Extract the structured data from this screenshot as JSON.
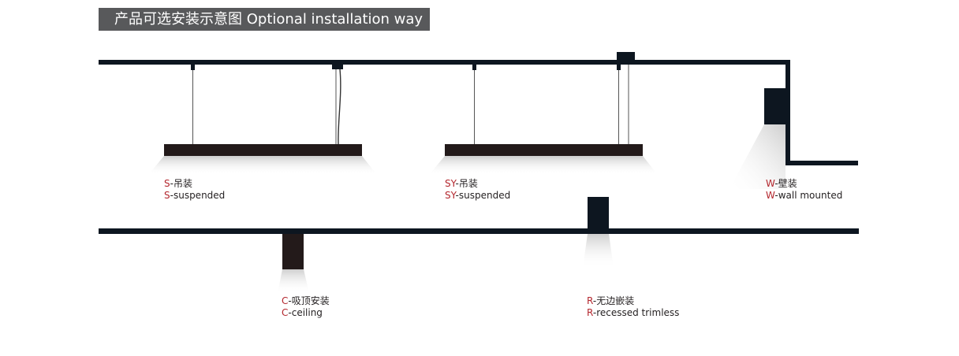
{
  "title": "产品可选安装示意图 Optional installation way",
  "colors": {
    "line": "#0d1620",
    "fixture": "#231a1a",
    "code_red": "#b3262d",
    "title_bg": "#58595b"
  },
  "installations": [
    {
      "id": "S",
      "code": "S",
      "zh_text": "-吊装",
      "en_text": "-suspended"
    },
    {
      "id": "SY",
      "code": "SY",
      "zh_text": "-吊装",
      "en_text": "-suspended"
    },
    {
      "id": "W",
      "code": "W",
      "zh_text": "-壁装",
      "en_text": "-wall mounted"
    },
    {
      "id": "C",
      "code": "C",
      "zh_text": "-吸顶安装",
      "en_text": "-ceiling"
    },
    {
      "id": "R",
      "code": "R",
      "zh_text": "-无边嵌装",
      "en_text": "-recessed trimless"
    }
  ]
}
